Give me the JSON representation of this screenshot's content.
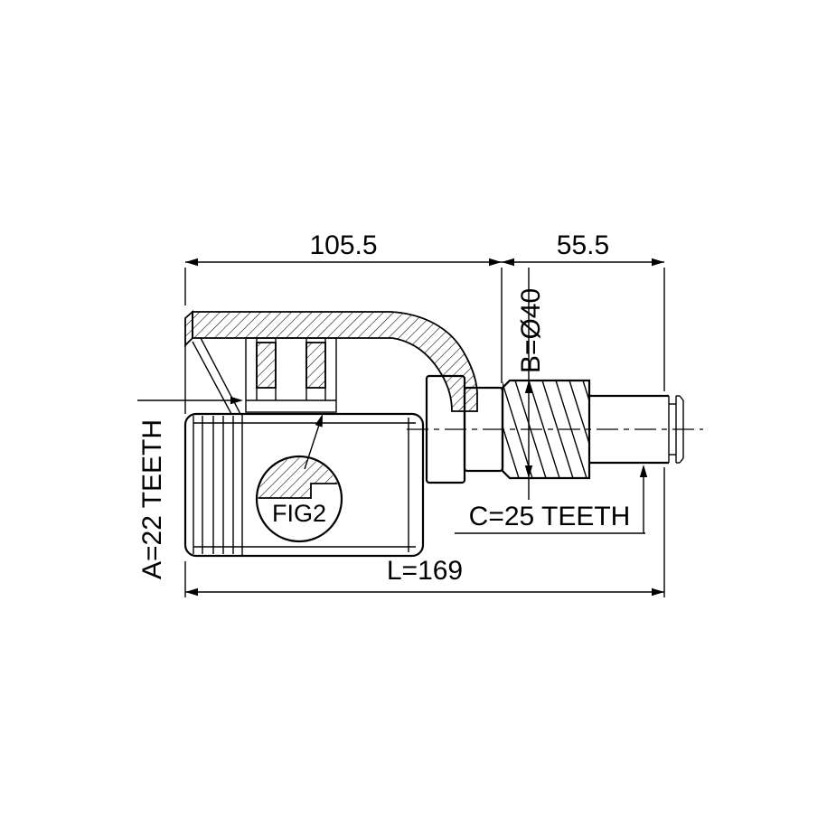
{
  "drawing": {
    "type": "technical-drawing",
    "part": "cv-joint",
    "colors": {
      "background": "#ffffff",
      "line": "#000000"
    },
    "dimensions": {
      "top_left_length": "105.5",
      "top_right_length": "55.5",
      "shaft_diameter": "B=Ø40",
      "inner_spline": "A=22 TEETH",
      "outer_spline": "C=25 TEETH",
      "overall_length": "L=169"
    },
    "figure_label": "FIG2"
  }
}
